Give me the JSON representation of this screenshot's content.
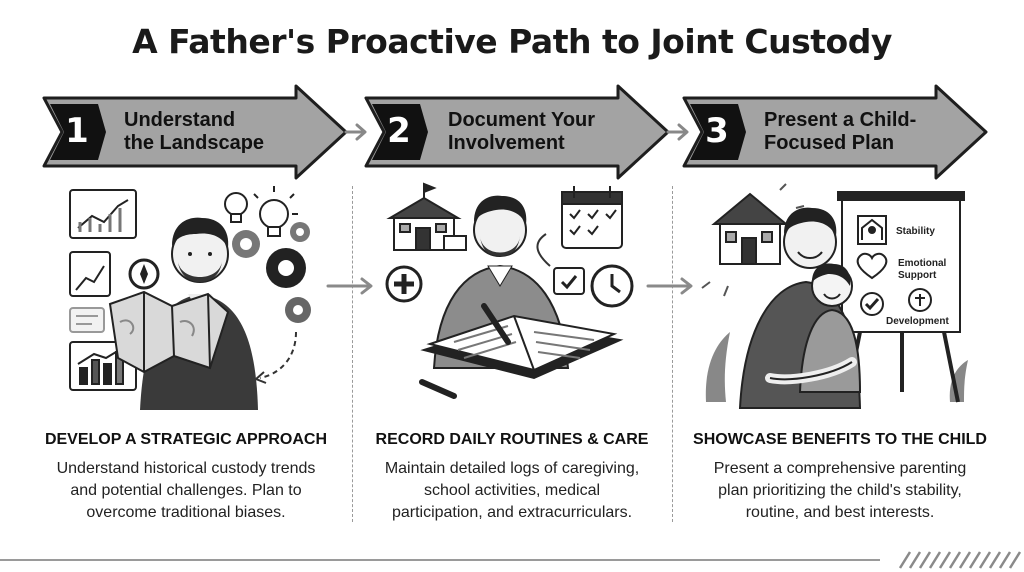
{
  "title": "A Father's Proactive Path to Joint Custody",
  "steps": [
    {
      "number": "1",
      "label_line1": "Understand",
      "label_line2": "the Landscape",
      "heading": "DEVELOP A STRATEGIC APPROACH",
      "desc_line1": "Understand historical custody trends",
      "desc_line2": "and potential challenges. Plan to",
      "desc_line3": "overcome traditional biases."
    },
    {
      "number": "2",
      "label_line1": "Document Your",
      "label_line2": "Involvement",
      "heading": "RECORD DAILY ROUTINES & CARE",
      "desc_line1": "Maintain detailed logs of caregiving,",
      "desc_line2": "school activities, medical",
      "desc_line3": "participation, and extracurriculars."
    },
    {
      "number": "3",
      "label_line1": "Present a Child-",
      "label_line2": "Focused Plan",
      "heading": "SHOWCASE BENEFITS TO THE CHILD",
      "desc_line1": "Present a comprehensive parenting",
      "desc_line2": "plan prioritizing the child's stability,",
      "desc_line3": "routine, and best interests."
    }
  ],
  "board": {
    "item1": "Stability",
    "item2_line1": "Emotional",
    "item2_line2": "Support",
    "item3": "Development"
  },
  "icons": [
    "number-badge-icon",
    "chevron-arrow-icon",
    "line-chart-icon",
    "bar-chart-icon",
    "lightbulb-icon",
    "gear-icon",
    "compass-icon",
    "map-icon",
    "school-icon",
    "calendar-icon",
    "clock-icon",
    "medical-cross-icon",
    "notebook-icon",
    "pen-icon",
    "house-icon",
    "presentation-board-icon",
    "heart-icon",
    "checkmark-icon"
  ],
  "colors": {
    "banner_fill": "#9e9e9e",
    "banner_stroke": "#222222",
    "badge": "#111111",
    "accent_gray": "#8a8a8a",
    "text": "#1a1a1a"
  }
}
